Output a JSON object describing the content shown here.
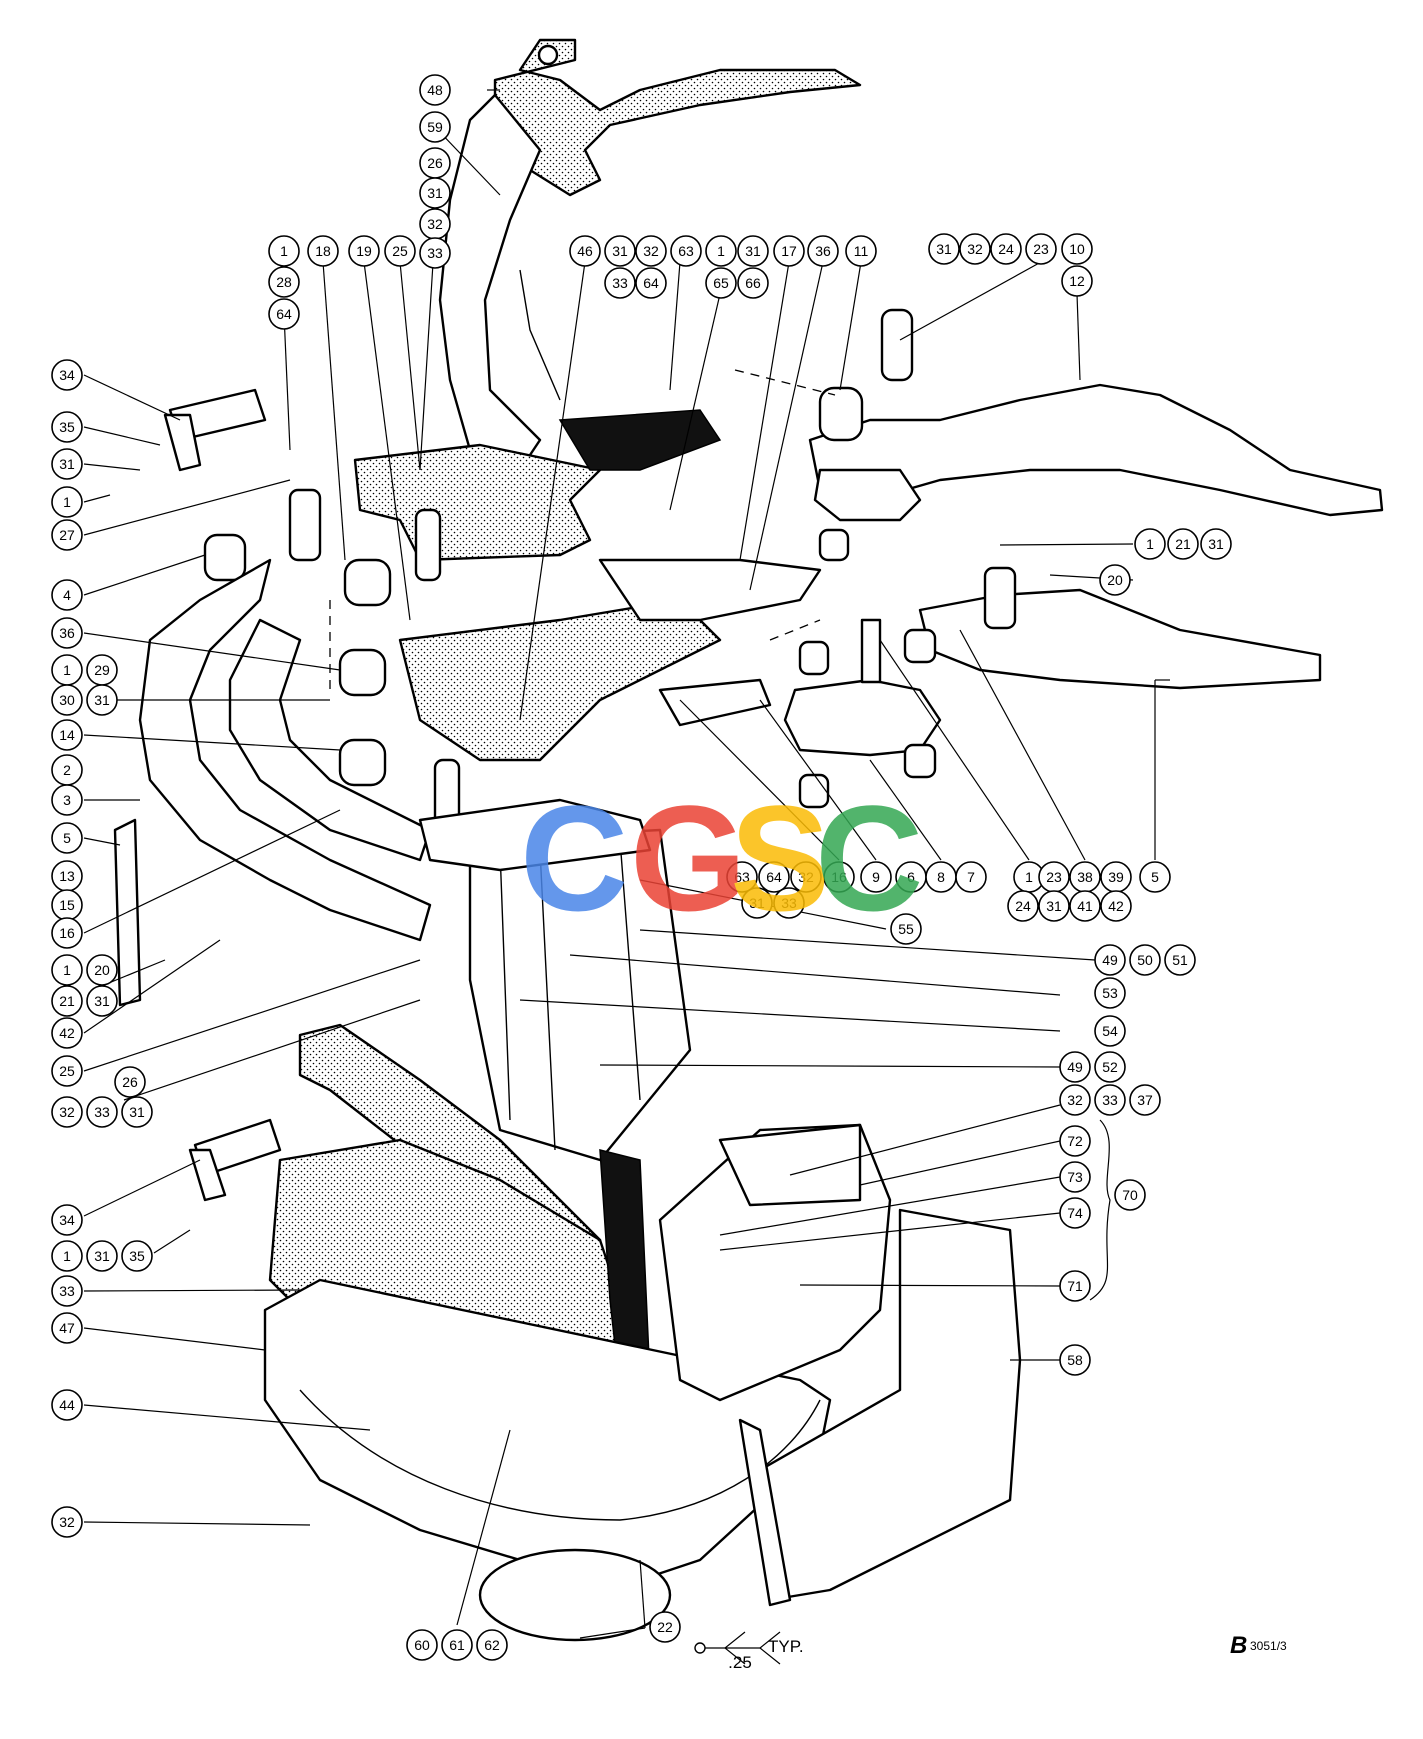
{
  "drawing": {
    "reference": "3051/3",
    "reference_mark": "B",
    "dimension_value": ".25",
    "dimension_note": "TYP.",
    "watermark_text": "CGSC",
    "watermark_colors": [
      "#4a86e8",
      "#ea4335",
      "#fbbc05",
      "#34a853"
    ]
  },
  "callouts": [
    {
      "n": "48"
    },
    {
      "n": "59"
    },
    {
      "n": "26"
    },
    {
      "n": "31"
    },
    {
      "n": "32"
    },
    {
      "n": "33"
    },
    {
      "n": "1"
    },
    {
      "n": "28"
    },
    {
      "n": "64"
    },
    {
      "n": "18"
    },
    {
      "n": "19"
    },
    {
      "n": "25"
    },
    {
      "n": "46"
    },
    {
      "n": "31"
    },
    {
      "n": "32"
    },
    {
      "n": "63"
    },
    {
      "n": "1"
    },
    {
      "n": "31"
    },
    {
      "n": "33"
    },
    {
      "n": "64"
    },
    {
      "n": "65"
    },
    {
      "n": "66"
    },
    {
      "n": "17"
    },
    {
      "n": "36"
    },
    {
      "n": "11"
    },
    {
      "n": "31"
    },
    {
      "n": "32"
    },
    {
      "n": "24"
    },
    {
      "n": "23"
    },
    {
      "n": "10"
    },
    {
      "n": "12"
    },
    {
      "n": "34"
    },
    {
      "n": "35"
    },
    {
      "n": "31"
    },
    {
      "n": "1"
    },
    {
      "n": "27"
    },
    {
      "n": "4"
    },
    {
      "n": "36"
    },
    {
      "n": "1"
    },
    {
      "n": "29"
    },
    {
      "n": "30"
    },
    {
      "n": "31"
    },
    {
      "n": "14"
    },
    {
      "n": "2"
    },
    {
      "n": "3"
    },
    {
      "n": "5"
    },
    {
      "n": "13"
    },
    {
      "n": "15"
    },
    {
      "n": "16"
    },
    {
      "n": "1"
    },
    {
      "n": "20"
    },
    {
      "n": "21"
    },
    {
      "n": "31"
    },
    {
      "n": "42"
    },
    {
      "n": "25"
    },
    {
      "n": "26"
    },
    {
      "n": "32"
    },
    {
      "n": "33"
    },
    {
      "n": "31"
    },
    {
      "n": "34"
    },
    {
      "n": "1"
    },
    {
      "n": "31"
    },
    {
      "n": "35"
    },
    {
      "n": "33"
    },
    {
      "n": "47"
    },
    {
      "n": "44"
    },
    {
      "n": "32"
    },
    {
      "n": "60"
    },
    {
      "n": "61"
    },
    {
      "n": "62"
    },
    {
      "n": "22"
    },
    {
      "n": "1"
    },
    {
      "n": "21"
    },
    {
      "n": "31"
    },
    {
      "n": "20"
    },
    {
      "n": "63"
    },
    {
      "n": "64"
    },
    {
      "n": "32"
    },
    {
      "n": "31"
    },
    {
      "n": "33"
    },
    {
      "n": "16"
    },
    {
      "n": "9"
    },
    {
      "n": "6"
    },
    {
      "n": "8"
    },
    {
      "n": "7"
    },
    {
      "n": "1"
    },
    {
      "n": "23"
    },
    {
      "n": "38"
    },
    {
      "n": "39"
    },
    {
      "n": "5"
    },
    {
      "n": "24"
    },
    {
      "n": "31"
    },
    {
      "n": "41"
    },
    {
      "n": "42"
    },
    {
      "n": "55"
    },
    {
      "n": "49"
    },
    {
      "n": "50"
    },
    {
      "n": "51"
    },
    {
      "n": "53"
    },
    {
      "n": "54"
    },
    {
      "n": "49"
    },
    {
      "n": "52"
    },
    {
      "n": "32"
    },
    {
      "n": "33"
    },
    {
      "n": "37"
    },
    {
      "n": "72"
    },
    {
      "n": "73"
    },
    {
      "n": "70"
    },
    {
      "n": "74"
    },
    {
      "n": "71"
    },
    {
      "n": "58"
    }
  ]
}
